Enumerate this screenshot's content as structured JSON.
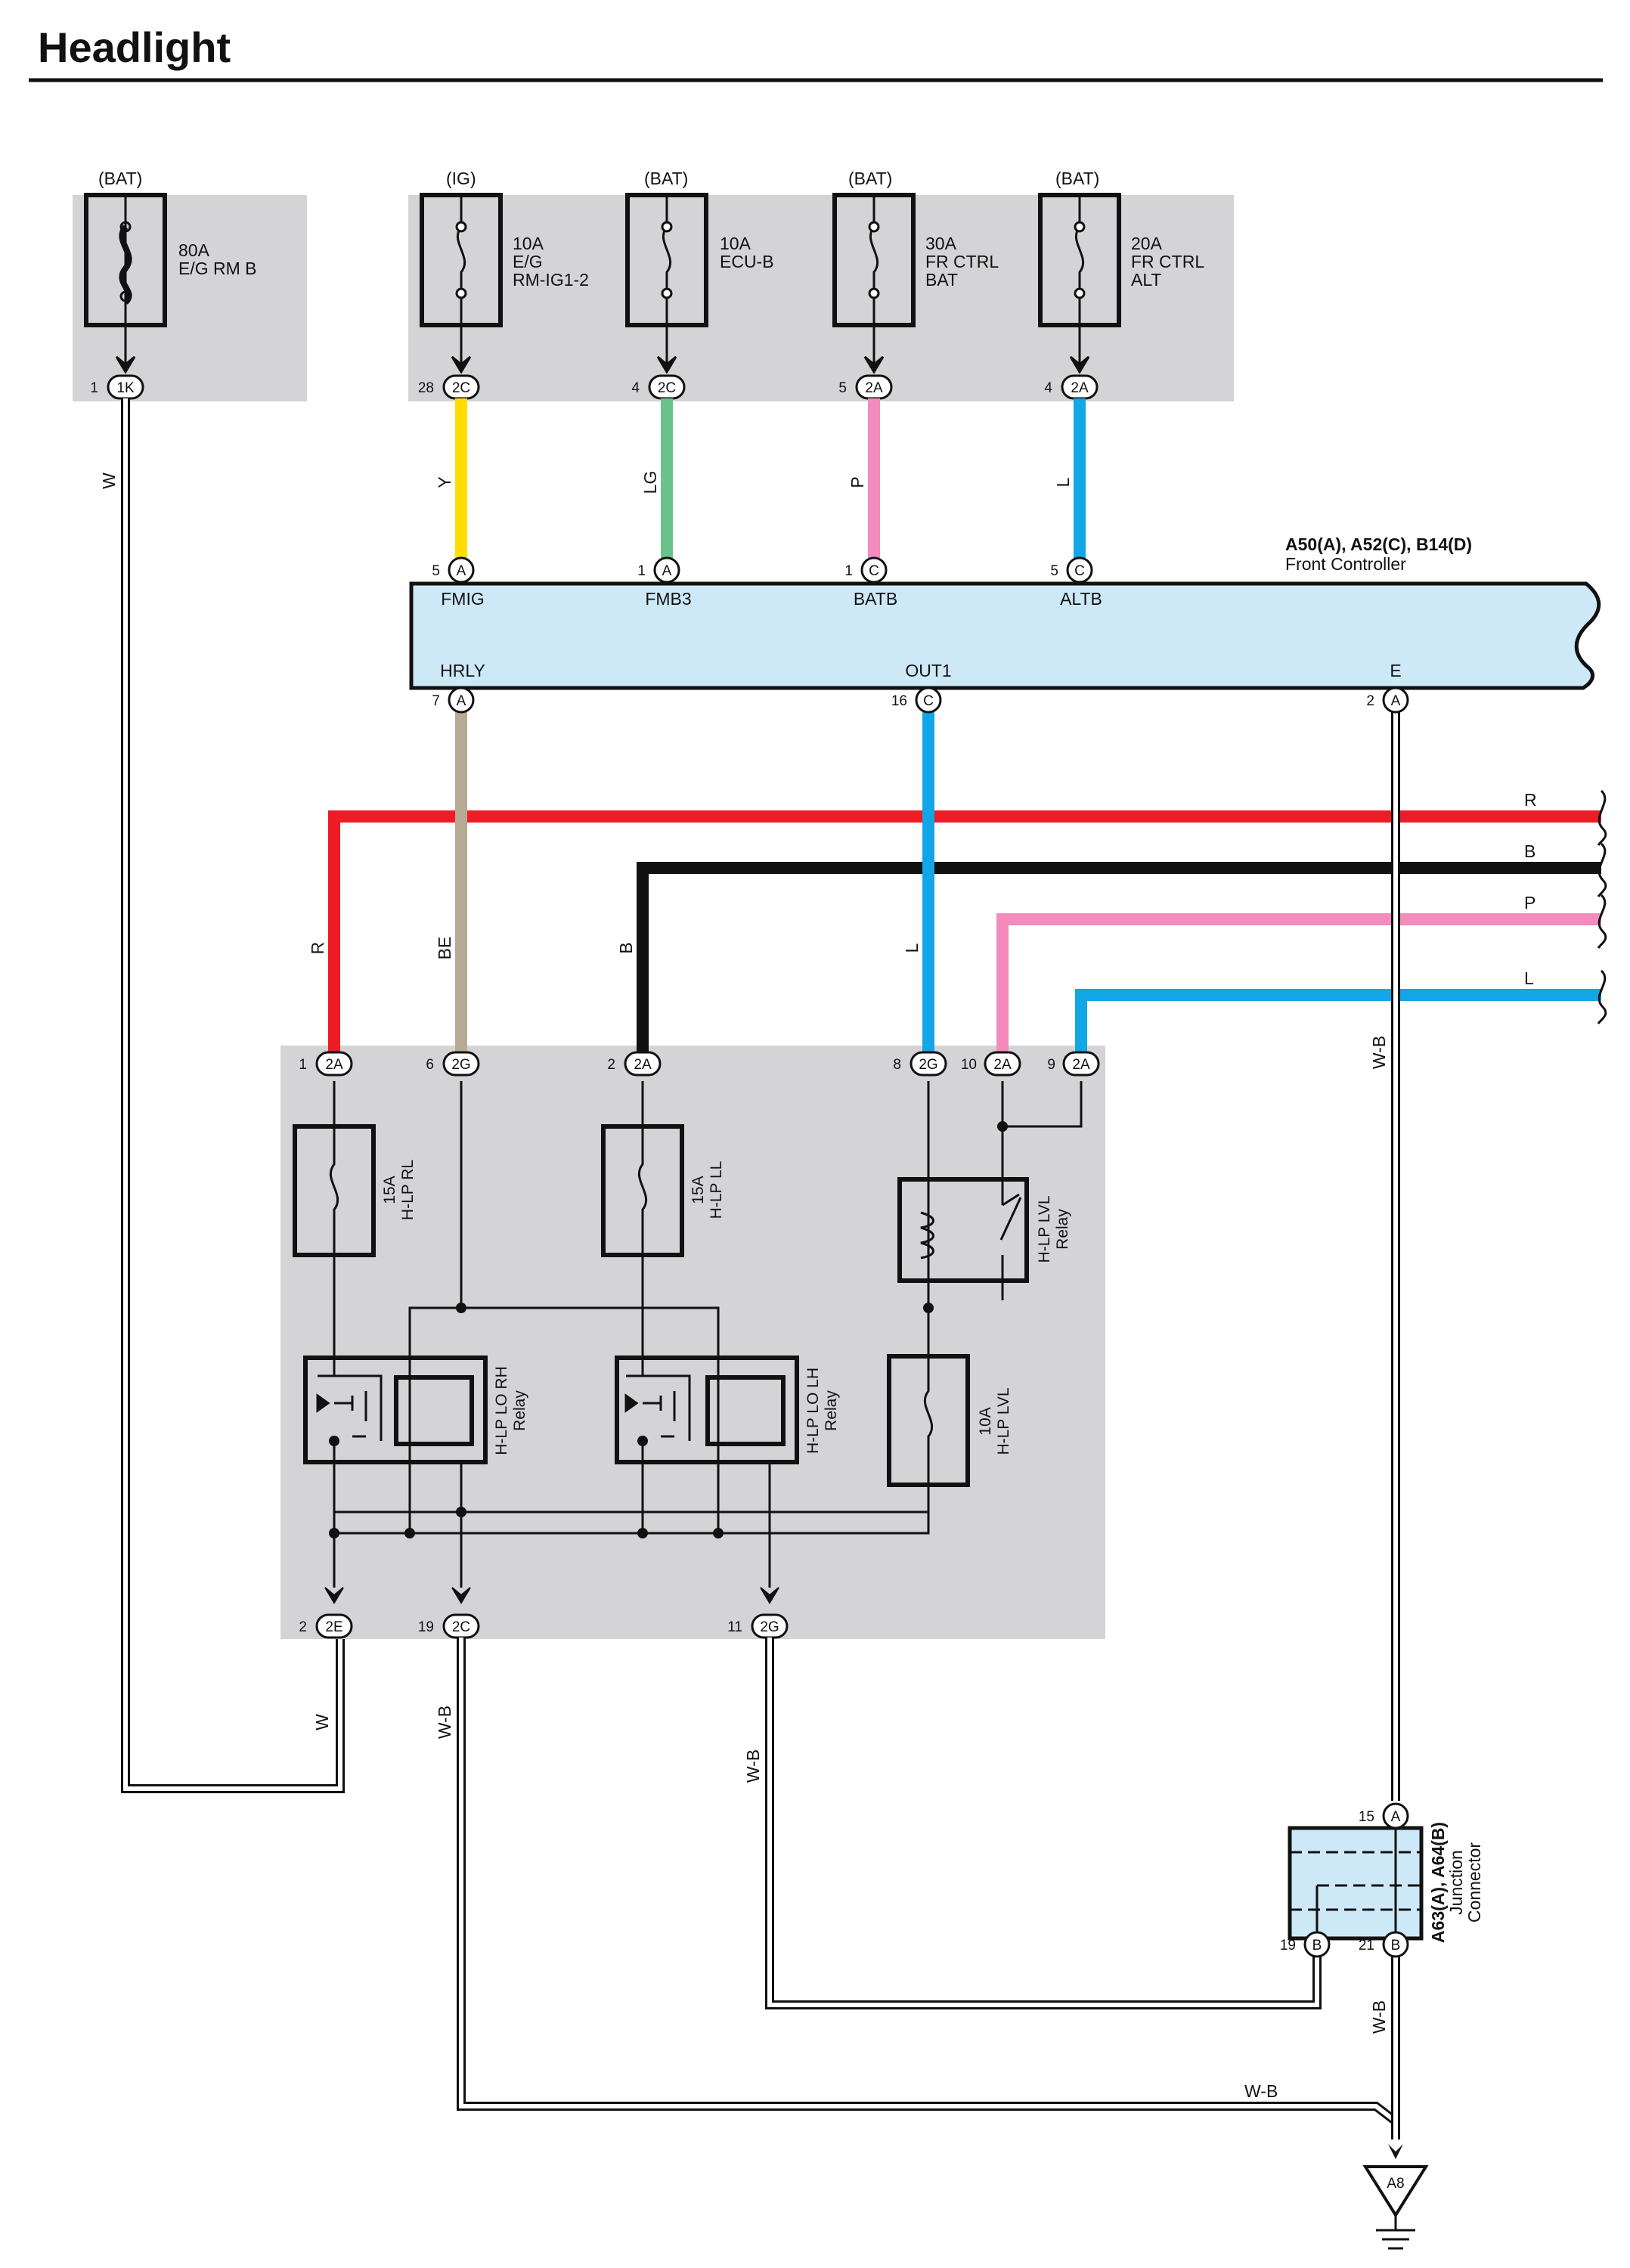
{
  "title": "Headlight",
  "fuses_top": [
    {
      "source": "(BAT)",
      "rating": "80A",
      "name1": "E/G RM B",
      "name2": "",
      "name3": "",
      "pin": "1",
      "conn": "1K"
    },
    {
      "source": "(IG)",
      "rating": "10A",
      "name1": "E/G",
      "name2": "RM-IG1-2",
      "name3": "",
      "pin": "28",
      "conn": "2C"
    },
    {
      "source": "(BAT)",
      "rating": "10A",
      "name1": "ECU-B",
      "name2": "",
      "name3": "",
      "pin": "4",
      "conn": "2C"
    },
    {
      "source": "(BAT)",
      "rating": "30A",
      "name1": "FR CTRL",
      "name2": "BAT",
      "name3": "",
      "pin": "5",
      "conn": "2A"
    },
    {
      "source": "(BAT)",
      "rating": "20A",
      "name1": "FR CTRL",
      "name2": "ALT",
      "name3": "",
      "pin": "4",
      "conn": "2A"
    }
  ],
  "top_wires": [
    "Y",
    "LG",
    "P",
    "L"
  ],
  "front_controller": {
    "code": "A50(A), A52(C), B14(D)",
    "name": "Front Controller",
    "inputs": [
      {
        "pin": "5",
        "conn": "A",
        "label": "FMIG"
      },
      {
        "pin": "1",
        "conn": "A",
        "label": "FMB3"
      },
      {
        "pin": "1",
        "conn": "C",
        "label": "BATB"
      },
      {
        "pin": "5",
        "conn": "C",
        "label": "ALTB"
      }
    ],
    "outputs": [
      {
        "pin": "7",
        "conn": "A",
        "label": "HRLY"
      },
      {
        "pin": "16",
        "conn": "C",
        "label": "OUT1"
      },
      {
        "pin": "2",
        "conn": "A",
        "label": "E"
      }
    ]
  },
  "mid_wires": {
    "r": "R",
    "be": "BE",
    "b": "B",
    "l": "L",
    "wb": "W-B",
    "w": "W"
  },
  "right_wires": [
    "R",
    "B",
    "P",
    "L"
  ],
  "relay_box_top_pins": [
    {
      "pin": "1",
      "conn": "2A"
    },
    {
      "pin": "6",
      "conn": "2G"
    },
    {
      "pin": "2",
      "conn": "2A"
    },
    {
      "pin": "8",
      "conn": "2G"
    },
    {
      "pin": "10",
      "conn": "2A"
    },
    {
      "pin": "9",
      "conn": "2A"
    }
  ],
  "relay_box_bottom_pins": [
    {
      "pin": "2",
      "conn": "2E"
    },
    {
      "pin": "19",
      "conn": "2C"
    },
    {
      "pin": "11",
      "conn": "2G"
    }
  ],
  "components": {
    "fuse_rl": {
      "rating": "15A",
      "name": "H-LP RL"
    },
    "fuse_ll": {
      "rating": "15A",
      "name": "H-LP LL"
    },
    "relay_lvl": {
      "name": "H-LP LVL",
      "sub": "Relay"
    },
    "relay_rh": {
      "name": "H-LP LO RH",
      "sub": "Relay"
    },
    "relay_lh": {
      "name": "H-LP LO LH",
      "sub": "Relay"
    },
    "fuse_lvl": {
      "rating": "10A",
      "name": "H-LP LVL"
    }
  },
  "bottom_wires": {
    "w": "W",
    "wb1": "W-B",
    "wb2": "W-B",
    "wb3": "W-B",
    "wb4": "W-B"
  },
  "junction": {
    "code": "A63(A), A64(B)",
    "name1": "Junction",
    "name2": "Connector",
    "pins": [
      {
        "pin": "15",
        "conn": "A"
      },
      {
        "pin": "19",
        "conn": "B"
      },
      {
        "pin": "21",
        "conn": "B"
      }
    ]
  },
  "ground": "A8",
  "colors": {
    "yellow": "#ffdd00",
    "green": "#6cc28b",
    "pink": "#f38bbd",
    "blue": "#11a6e6",
    "red": "#ee1c25",
    "black": "#111111",
    "beige": "#b8a994",
    "panel": "#d4d4d6",
    "controller": "#cde9f8"
  }
}
